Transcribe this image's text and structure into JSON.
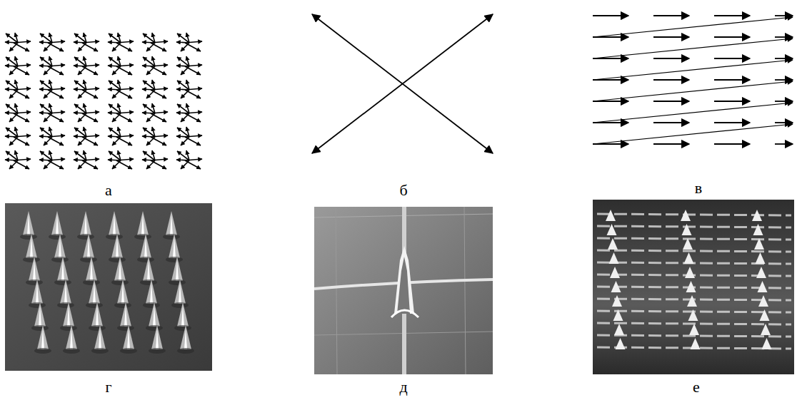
{
  "diagram": {
    "labels": [
      "а",
      "б",
      "в",
      "г",
      "д",
      "е"
    ]
  }
}
